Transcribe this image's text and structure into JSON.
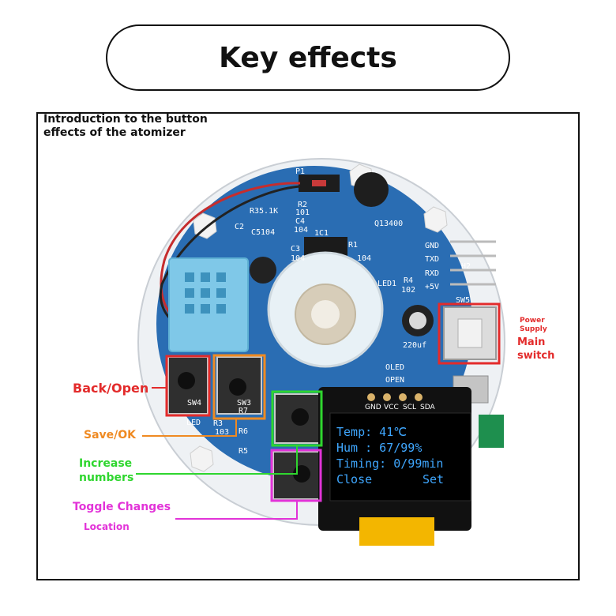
{
  "title": "Key effects",
  "intro": "Introduction to the button effects of the atomizer",
  "labels": {
    "back_open": "Back/Open",
    "save_ok": "Save/OK",
    "increase_1": "Increase",
    "increase_2": "numbers",
    "toggle": "Toggle Changes",
    "location": "Location",
    "power_1": "Power",
    "power_2": "Supply",
    "main_1": "Main",
    "main_2": "switch"
  },
  "board": {
    "silkscreen": [
      "R35.1K",
      "C2",
      "C5104",
      "C3",
      "104",
      "R2",
      "101",
      "C4",
      "104",
      "1C1",
      "Q13400",
      "R1",
      "104",
      "LED1",
      "R4",
      "102",
      "GND",
      "TXD",
      "RXD",
      "+5V",
      "H2",
      "SW5",
      "220uf",
      "OLED",
      "OPEN",
      "SW4",
      "SW3",
      "R7",
      "R3",
      "103",
      "R6",
      "R5",
      "LED",
      "P1"
    ],
    "header_pins": [
      "GND",
      "VCC",
      "SCL",
      "SDA"
    ]
  },
  "oled": {
    "temp": "Temp: 41℃",
    "hum": "Hum : 67/99%",
    "timing": "Timing: 0/99min",
    "close": "Close",
    "set": "Set"
  },
  "colors": {
    "board": "#2a6db3",
    "red": "#e32b2b",
    "orange": "#ef8a22",
    "green": "#2fd62f",
    "magenta": "#e233d8",
    "oled_text": "#3fa7ff"
  }
}
